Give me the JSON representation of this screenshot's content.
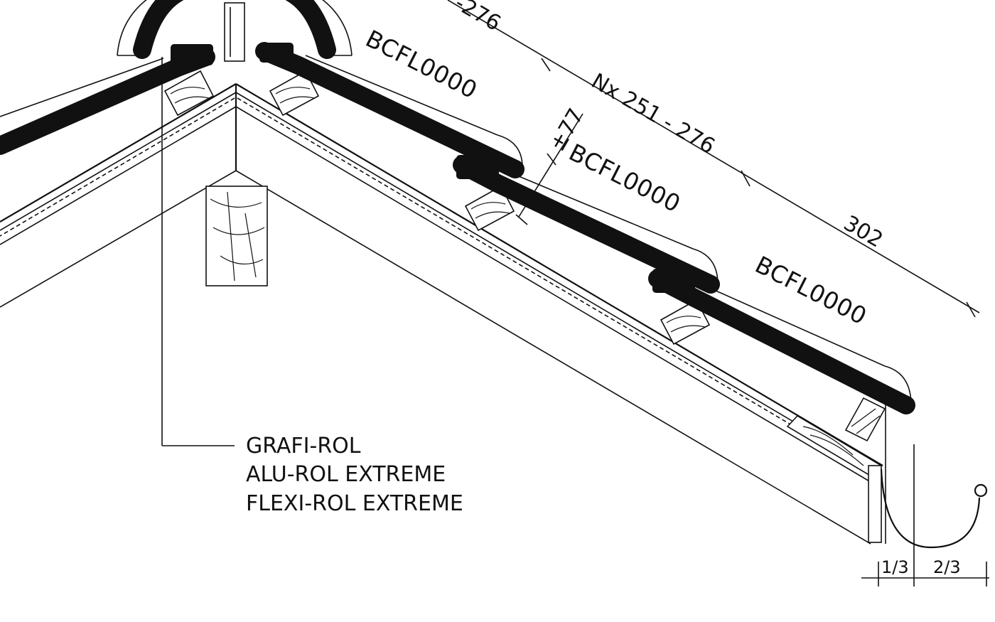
{
  "labels": {
    "tile_code_1": "BCFL0000",
    "tile_code_2": "BCFL0000",
    "tile_code_3": "BCFL0000",
    "dim_top": "-276",
    "dim_batten": "Nx 251 - 276",
    "dim_overlap": "±77",
    "dim_eave": "302",
    "gutter_left": "1/3",
    "gutter_right": "2/3"
  },
  "ridge_note": {
    "line1": "GRAFI-ROL",
    "line2": "ALU-ROL EXTREME",
    "line3": "FLEXI-ROL EXTREME"
  }
}
